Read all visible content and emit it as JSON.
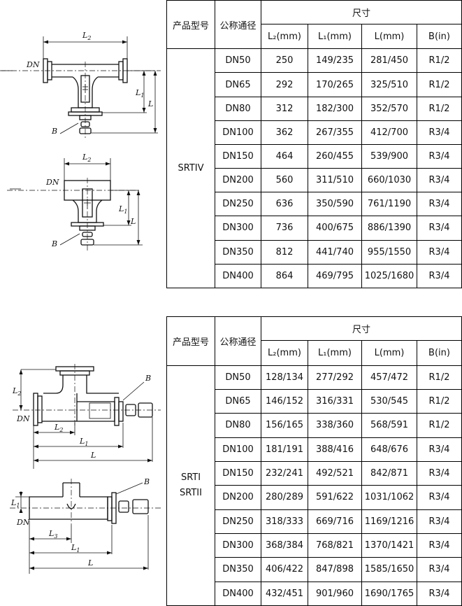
{
  "table1": {
    "headers": {
      "model": "产品型号",
      "nominal": "公称通径",
      "dims": "尺寸",
      "l2": "L₂(mm)",
      "l1": "L₁(mm)",
      "l": "L(mm)",
      "b": "B(in)"
    },
    "model": "SRTIV",
    "rows": [
      {
        "dn": "DN50",
        "l2": "250",
        "l1": "149/235",
        "l": "281/450",
        "b": "R1/2"
      },
      {
        "dn": "DN65",
        "l2": "292",
        "l1": "170/265",
        "l": "325/510",
        "b": "R1/2"
      },
      {
        "dn": "DN80",
        "l2": "312",
        "l1": "182/300",
        "l": "352/570",
        "b": "R1/2"
      },
      {
        "dn": "DN100",
        "l2": "362",
        "l1": "267/355",
        "l": "412/700",
        "b": "R3/4"
      },
      {
        "dn": "DN150",
        "l2": "464",
        "l1": "260/455",
        "l": "539/900",
        "b": "R3/4"
      },
      {
        "dn": "DN200",
        "l2": "560",
        "l1": "311/510",
        "l": "660/1030",
        "b": "R3/4"
      },
      {
        "dn": "DN250",
        "l2": "636",
        "l1": "350/590",
        "l": "761/1190",
        "b": "R3/4"
      },
      {
        "dn": "DN300",
        "l2": "736",
        "l1": "400/675",
        "l": "886/1390",
        "b": "R3/4"
      },
      {
        "dn": "DN350",
        "l2": "812",
        "l1": "441/740",
        "l": "955/1550",
        "b": "R3/4"
      },
      {
        "dn": "DN400",
        "l2": "864",
        "l1": "469/795",
        "l": "1025/1680",
        "b": "R3/4"
      }
    ]
  },
  "table2": {
    "headers": {
      "model": "产品型号",
      "nominal": "公称通径",
      "dims": "尺寸",
      "l2": "L₂(mm)",
      "l1": "L₁(mm)",
      "l": "L(mm)",
      "b": "B(in)"
    },
    "model_line1": "SRTI",
    "model_line2": "SRTII",
    "rows": [
      {
        "dn": "DN50",
        "l2": "128/134",
        "l1": "277/292",
        "l": "457/472",
        "b": "R1/2"
      },
      {
        "dn": "DN65",
        "l2": "146/152",
        "l1": "316/331",
        "l": "530/545",
        "b": "R1/2"
      },
      {
        "dn": "DN80",
        "l2": "156/165",
        "l1": "338/360",
        "l": "568/591",
        "b": "R1/2"
      },
      {
        "dn": "DN100",
        "l2": "181/191",
        "l1": "388/416",
        "l": "648/676",
        "b": "R3/4"
      },
      {
        "dn": "DN150",
        "l2": "232/241",
        "l1": "492/521",
        "l": "842/871",
        "b": "R3/4"
      },
      {
        "dn": "DN200",
        "l2": "280/289",
        "l1": "591/622",
        "l": "1031/1062",
        "b": "R3/4"
      },
      {
        "dn": "DN250",
        "l2": "318/333",
        "l1": "669/716",
        "l": "1169/1216",
        "b": "R3/4"
      },
      {
        "dn": "DN300",
        "l2": "368/384",
        "l1": "768/821",
        "l": "1370/1421",
        "b": "R3/4"
      },
      {
        "dn": "DN350",
        "l2": "406/422",
        "l1": "847/898",
        "l": "1585/1650",
        "b": "R3/4"
      },
      {
        "dn": "DN400",
        "l2": "432/451",
        "l1": "901/960",
        "l": "1690/1765",
        "b": "R3/4"
      }
    ]
  },
  "drawings": {
    "fig1": {
      "dn": "DN",
      "b": "B",
      "l": "L",
      "l1": "L",
      "l1_sub": "1",
      "l2": "L",
      "l2_sub": "2"
    },
    "fig2": {
      "dn": "DN",
      "b": "B",
      "l": "L",
      "l1": "L",
      "l1_sub": "1",
      "l2": "L",
      "l2_sub": "2"
    },
    "fig3": {
      "dn": "DN",
      "b": "B",
      "l": "L",
      "l1": "L",
      "l1_sub": "1",
      "l2": "L",
      "l2_sub": "2",
      "l2b": "L",
      "l2b_sub": "2"
    },
    "fig4": {
      "dn": "DN",
      "b": "B",
      "l": "L",
      "l1": "L",
      "l1_sub": "1",
      "l1b": "L",
      "l1b_sub": "1",
      "l3": "L",
      "l3_sub": "3"
    }
  }
}
